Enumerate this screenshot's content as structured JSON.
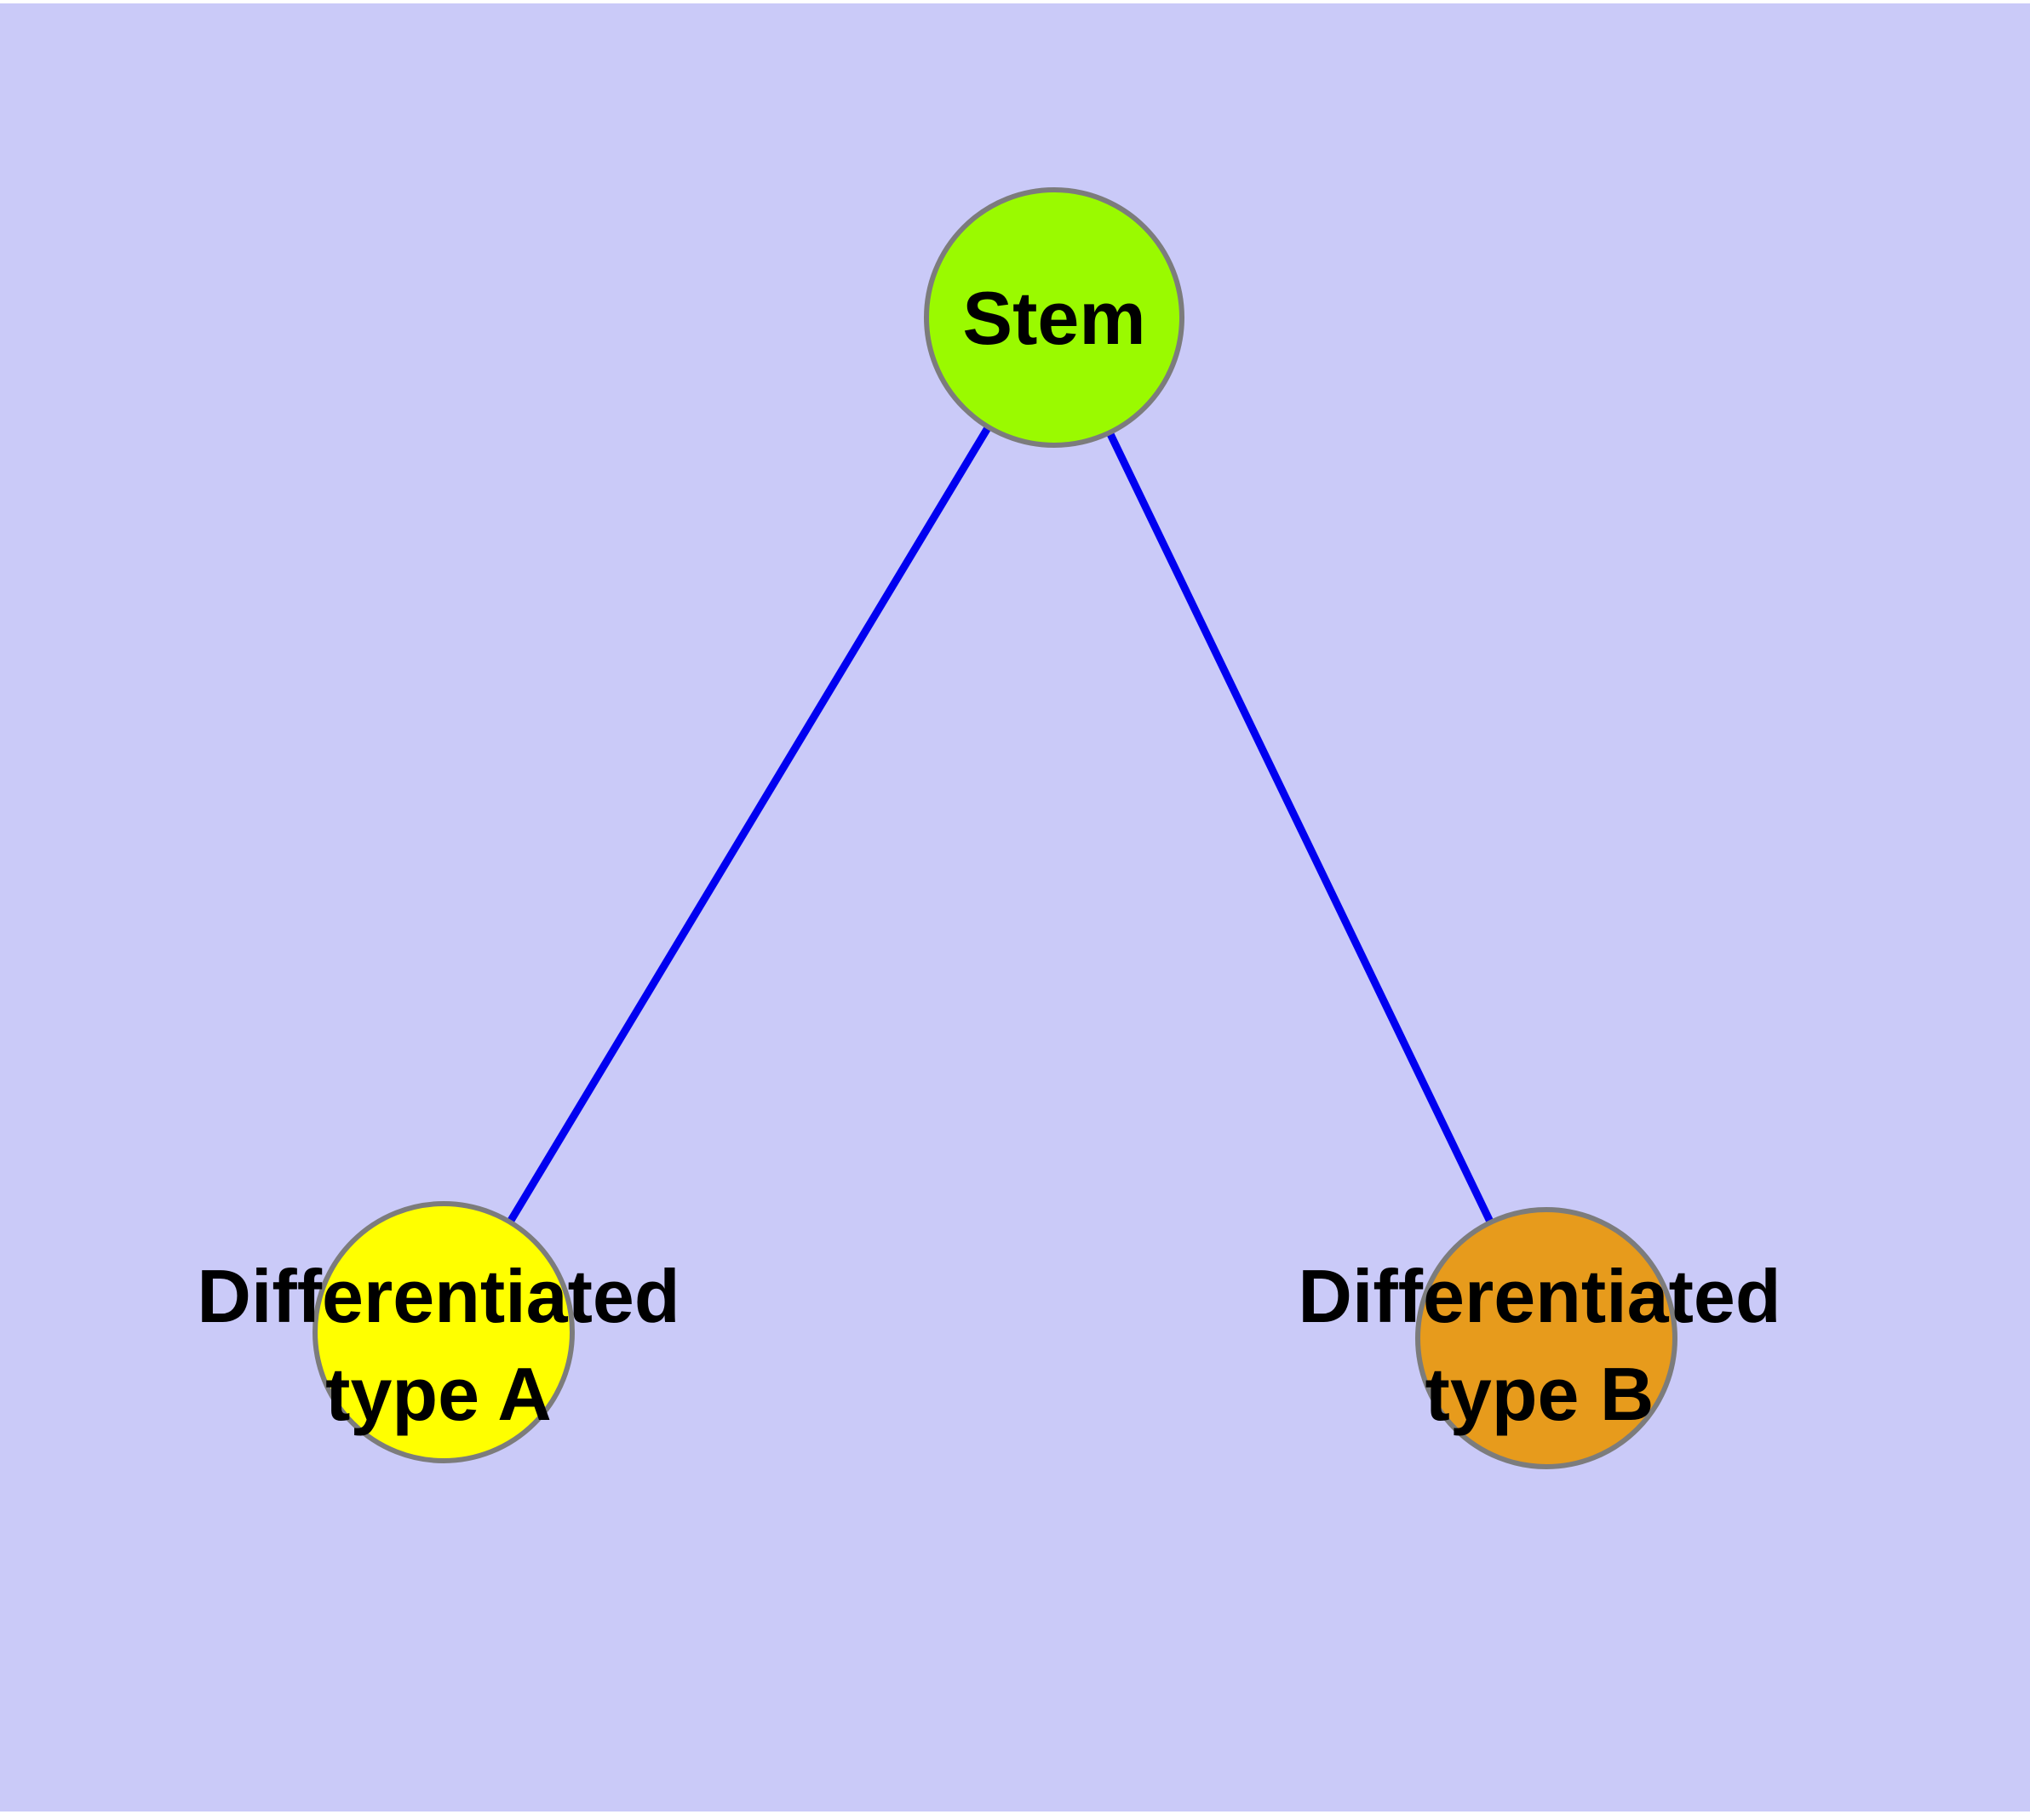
{
  "diagram": {
    "type": "graph",
    "background_color": "#CACAF8",
    "page_color": "#FFFFFF",
    "edge_color": "#0000F0",
    "node_border_color": "#7C7C7C",
    "label_color": "#000000",
    "nodes": {
      "stem": {
        "label": "Stem",
        "lines": [
          "Stem"
        ],
        "fill": "#9AFA00"
      },
      "typeA": {
        "label": "Differentiated type A",
        "lines": [
          "Differentiated",
          "type A"
        ],
        "fill": "#FFFF00"
      },
      "typeB": {
        "label": "Differentiated type B",
        "lines": [
          "Differentiated",
          "type B"
        ],
        "fill": "#E79B1C"
      }
    },
    "edges": [
      {
        "from": "Stem",
        "to": "Differentiated type A"
      },
      {
        "from": "Stem",
        "to": "Differentiated type B"
      }
    ]
  }
}
